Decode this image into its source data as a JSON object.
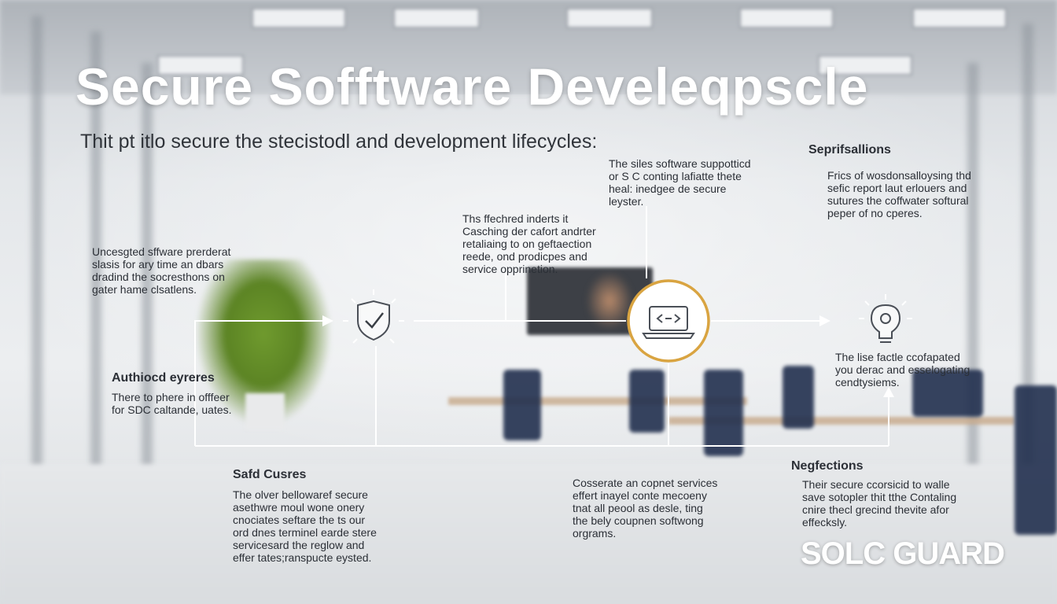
{
  "title": "Secure Sofftware Develeqpscle",
  "subtitle": "Thit pt itlo secure the stecistodl and development lifecycles:",
  "top_center": {
    "lines": [
      "The  siles software suppotticd",
      "or S C conting lafiatte thete",
      "heal: inedgee de secure",
      "leyster."
    ]
  },
  "top_right": {
    "heading": "Seprifsallions",
    "lines": [
      "Frics of wosdonsalloysing thd",
      "sefic report laut erlouers and",
      "sutures the coffwater softural",
      "peper of no cperes."
    ]
  },
  "center_upper": {
    "lines": [
      "Ths ffechred inderts it",
      "Casching der cafort andrter",
      "retaliaing to on geftaection",
      "reede, ond prodicpes and",
      "service opprinetion."
    ]
  },
  "left_upper": {
    "lines": [
      "Uncesgted sffware prerderat",
      "slasis for ary time an dbars",
      "dradind the socresthons on",
      "gater hame clsatlens."
    ]
  },
  "left_middle": {
    "heading": "Authiocd eyreres",
    "lines": [
      "There to phere in offfeer",
      "for SDC caltande, uates."
    ]
  },
  "right_middle": {
    "lines": [
      "The lise factle ccofapated",
      "you derac and esselogating",
      "cendtysiems."
    ]
  },
  "bottom_left": {
    "heading": "Safd Cusres",
    "lines": [
      "The olver bellowaref secure",
      "asethwre moul wone onery",
      "cnociates seftare the ts our",
      "ord dnes terminel earde stere",
      "servicesard the reglow and",
      "effer tates;ranspucte eysted."
    ]
  },
  "bottom_center": {
    "lines": [
      "Cosserate an copnet services",
      "effert inayel conte mecoeny",
      "tnat all peool as desle, ting",
      "the bely coupnen softwong",
      "orgrams."
    ]
  },
  "bottom_right": {
    "heading": "Negfections",
    "lines": [
      "Their secure ccorsicid to walle",
      "save sotopler thit tthe Contaling",
      "cnire thecl grecind thevite afor",
      "effecksly."
    ]
  },
  "logo": "SOLC GUARD",
  "colors": {
    "accent": "#d9a441",
    "line": "#ffffff",
    "icon": "#4a4f57"
  },
  "icons": [
    "shield-check-icon",
    "laptop-code-icon",
    "lightbulb-gear-icon"
  ]
}
